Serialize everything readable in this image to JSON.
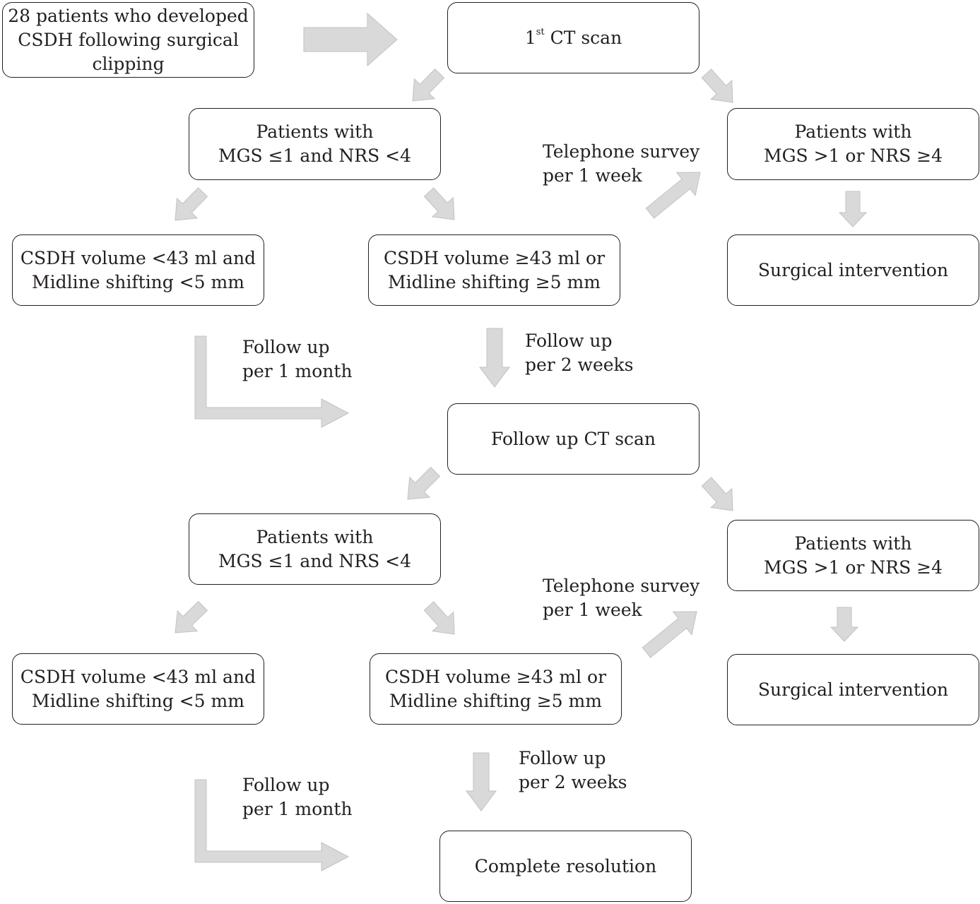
{
  "diagram": {
    "start": {
      "line1": "28 patients who developed",
      "line2": "CSDH following surgical",
      "line3": "clipping"
    },
    "ct1": {
      "ordinal": "1",
      "sup": "st",
      "text": "CT scan"
    },
    "good_a": {
      "line1": "Patients with",
      "line2": "MGS ≤1 and NRS <4"
    },
    "poor_a": {
      "line1": "Patients with",
      "line2": "MGS >1 or NRS ≥4"
    },
    "small_a": {
      "line1": "CSDH volume <43 ml and",
      "line2": "Midline shifting <5 mm"
    },
    "large_a": {
      "line1": "CSDH volume ≥43 ml or",
      "line2": "Midline shifting ≥5 mm"
    },
    "surgery_a": {
      "text": "Surgical intervention"
    },
    "phone_a": {
      "line1": "Telephone survey",
      "line2": "per 1 week"
    },
    "month_a": {
      "line1": "Follow up",
      "line2": "per 1 month"
    },
    "weeks_a": {
      "line1": "Follow up",
      "line2": "per 2 weeks"
    },
    "ct2": {
      "text": "Follow up CT scan"
    },
    "good_b": {
      "line1": "Patients with",
      "line2": "MGS ≤1 and NRS <4"
    },
    "poor_b": {
      "line1": "Patients with",
      "line2": "MGS >1 or NRS ≥4"
    },
    "small_b": {
      "line1": "CSDH volume <43 ml and",
      "line2": "Midline shifting <5 mm"
    },
    "large_b": {
      "line1": "CSDH volume ≥43 ml or",
      "line2": "Midline shifting ≥5 mm"
    },
    "surgery_b": {
      "text": "Surgical intervention"
    },
    "phone_b": {
      "line1": "Telephone survey",
      "line2": "per 1 week"
    },
    "month_b": {
      "line1": "Follow up",
      "line2": "per 1 month"
    },
    "weeks_b": {
      "line1": "Follow up",
      "line2": "per 2 weeks"
    },
    "end": {
      "text": "Complete resolution"
    }
  },
  "colors": {
    "border": "#231f20",
    "arrow_fill": "#d9d9d9",
    "arrow_stroke": "#c2c2c2"
  }
}
